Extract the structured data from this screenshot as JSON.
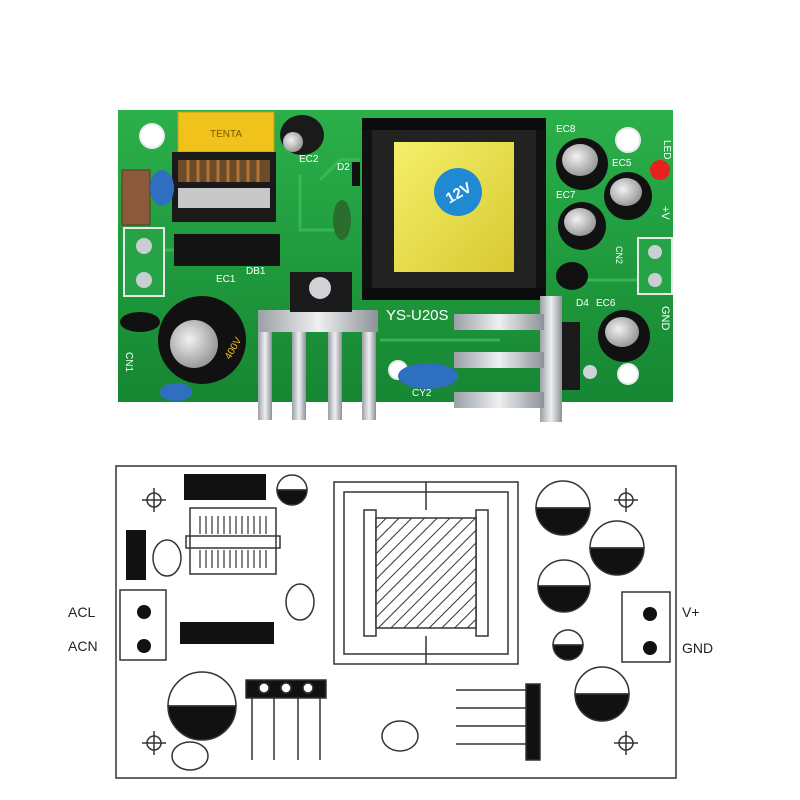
{
  "photo": {
    "board_color": "#1f9a3a",
    "silk_labels": {
      "ec2": "EC2",
      "d2": "D2",
      "ec8": "EC8",
      "ec5": "EC5",
      "ec7": "EC7",
      "led": "LED",
      "ec1": "EC1",
      "db1": "DB1",
      "model": "YS-U20S",
      "cy2": "CY2",
      "d4": "D4",
      "ec6": "EC6",
      "cn2": "CN2",
      "vplus": "+V",
      "gnd": "GND",
      "cn1": "CN1"
    },
    "xcap_brand": "TENTA",
    "transformer_voltage": "12V",
    "cap_text": "400V"
  },
  "diagram": {
    "acl_label": "ACL",
    "acn_label": "ACN",
    "vplus_label": "V+",
    "gnd_label": "GND"
  }
}
